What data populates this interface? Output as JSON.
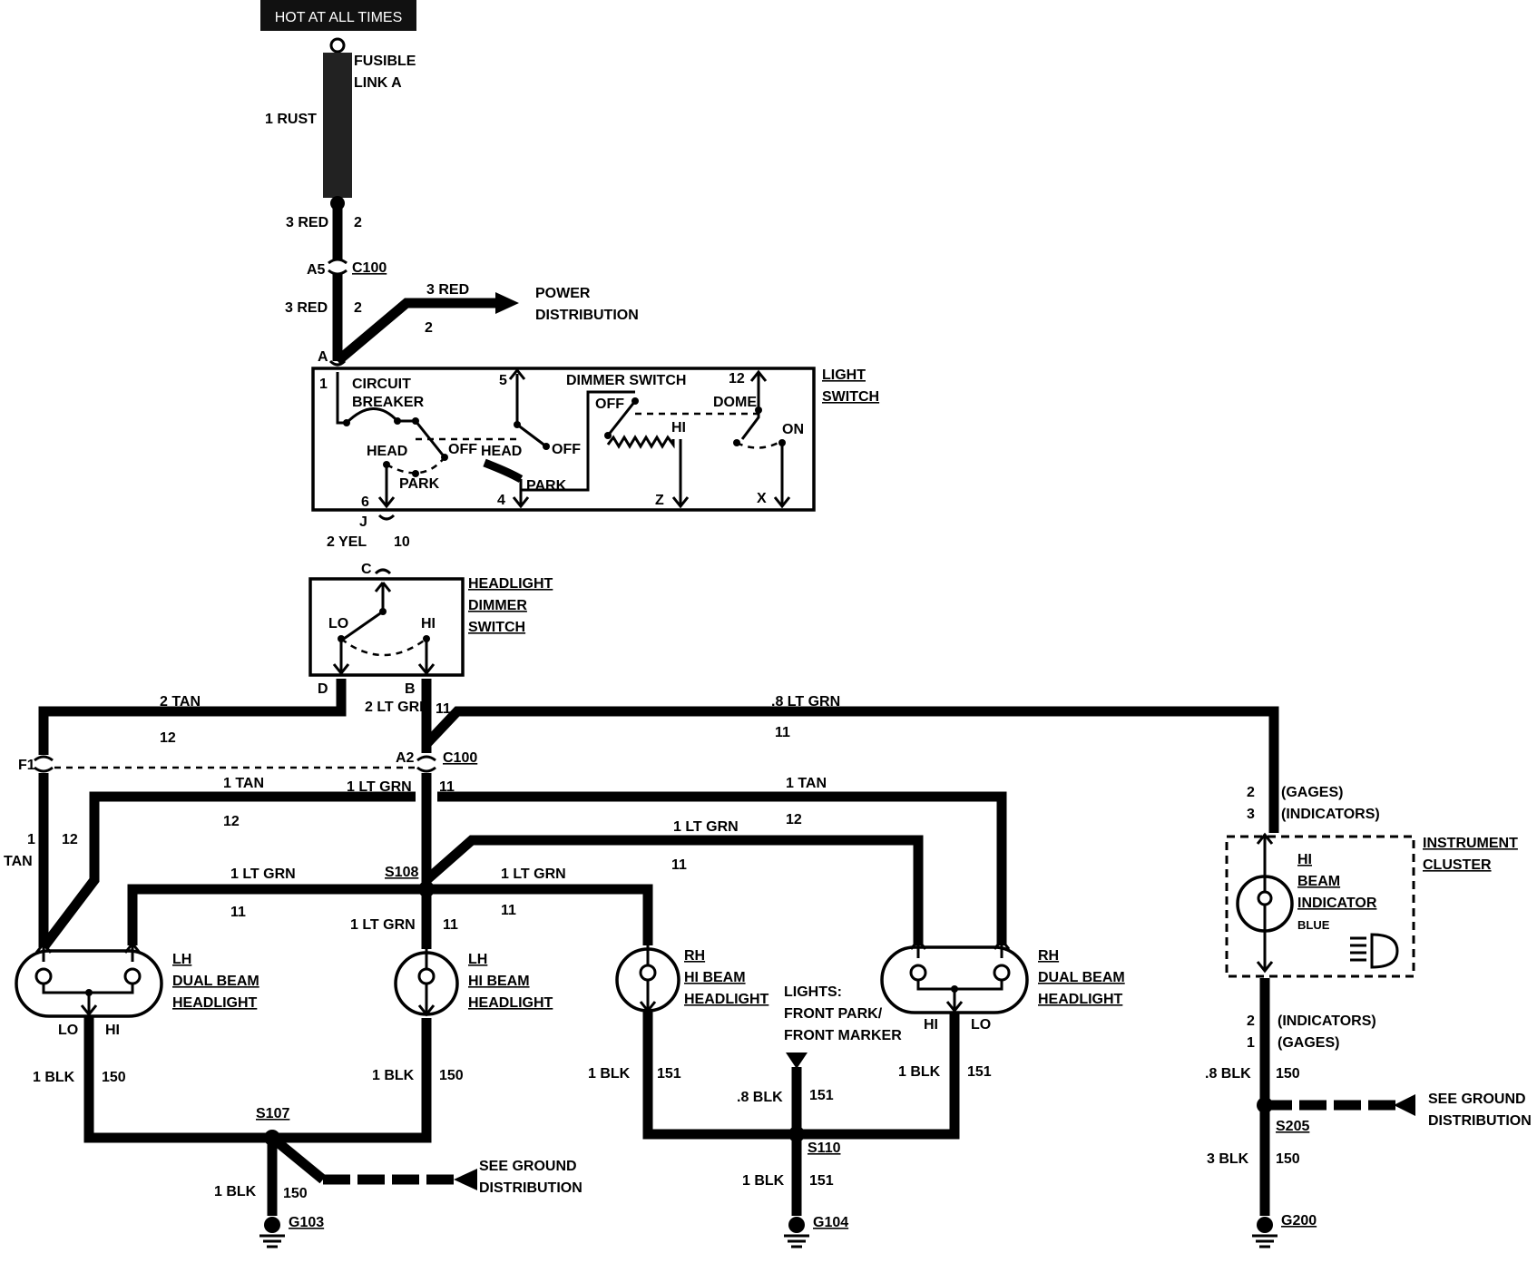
{
  "header": {
    "hot_label": "HOT AT ALL TIMES"
  },
  "fusible": {
    "name_l1": "FUSIBLE",
    "name_l2": "LINK A",
    "wire": "1 RUST"
  },
  "top_wires": {
    "red_a": "3 RED",
    "red_a_num": "2",
    "conn_pin": "A5",
    "conn_name": "C100",
    "red_b": "3 RED",
    "red_b_num": "2",
    "pin_a": "A"
  },
  "power": {
    "wire": "3 RED",
    "num": "2",
    "l1": "POWER",
    "l2": "DISTRIBUTION"
  },
  "light_switch": {
    "title_l1": "LIGHT",
    "title_l2": "SWITCH",
    "pin1": "1",
    "cb_l1": "CIRCUIT",
    "cb_l2": "BREAKER",
    "pin5": "5",
    "dimmer": "DIMMER SWITCH",
    "pin12": "12",
    "dome": "DOME",
    "off_dim": "OFF",
    "hi": "HI",
    "on": "ON",
    "head1": "HEAD",
    "off1": "OFF",
    "park1": "PARK",
    "head2": "HEAD",
    "off2": "OFF",
    "park2": "PARK",
    "pin6": "6",
    "pin4": "4",
    "pinz": "Z",
    "pinx": "X"
  },
  "yel": {
    "pin": "J",
    "wire": "2 YEL",
    "num": "10"
  },
  "dimmer_sw": {
    "pin_c": "C",
    "l1": "HEADLIGHT",
    "l2": "DIMMER",
    "l3": "SWITCH",
    "lo": "LO",
    "hi": "HI",
    "pin_d": "D",
    "pin_b": "B"
  },
  "wires_mid": {
    "tan2": "2 TAN",
    "tan2_num": "12",
    "ltgrn2": "2 LT GRN",
    "ltgrn2_num": "11",
    "ltgrn8": ".8 LT GRN",
    "ltgrn8_num": "11",
    "f1": "F1",
    "a2": "A2",
    "c100": "C100",
    "tan1_a": "1 TAN",
    "tan1_a_num": "12",
    "ltgrn1_a": "1 LT GRN",
    "ltgrn1_a_num": "11",
    "tan1_b": "1 TAN",
    "tan1_b_num": "12",
    "left_num": "1",
    "left_num2": "12",
    "left_tan": "TAN",
    "ltgrn1_b": "1 LT GRN",
    "ltgrn1_b_num": "11",
    "s108": "S108",
    "ltgrn1_c": "1 LT GRN",
    "ltgrn1_c_num": "11",
    "ltgrn1_d": "1 LT GRN",
    "ltgrn1_d_num": "11",
    "ltgrn1_e": "1 LT GRN",
    "ltgrn1_e_num": "11"
  },
  "lamps": {
    "lh_dual": [
      "LH",
      "DUAL BEAM",
      "HEADLIGHT"
    ],
    "lh_dual_lo": "LO",
    "lh_dual_hi": "HI",
    "lh_hi": [
      "LH",
      "HI BEAM",
      "HEADLIGHT"
    ],
    "rh_hi": [
      "RH",
      "HI BEAM",
      "HEADLIGHT"
    ],
    "rh_dual": [
      "RH",
      "DUAL BEAM",
      "HEADLIGHT"
    ],
    "rh_dual_hi": "HI",
    "rh_dual_lo": "LO"
  },
  "lights_note": [
    "LIGHTS:",
    "FRONT PARK/",
    "FRONT MARKER"
  ],
  "grounds": {
    "blk1": "1 BLK",
    "n150a": "150",
    "blk2": "1 BLK",
    "n150b": "150",
    "s107": "S107",
    "blk3": "1 BLK",
    "n150c": "150",
    "g103": "G103",
    "see1": "SEE GROUND",
    "dist1": "DISTRIBUTION",
    "blk4": "1 BLK",
    "n151a": "151",
    "blk5": ".8 BLK",
    "n151b": "151",
    "blk6": "1 BLK",
    "n151c": "151",
    "s110": "S110",
    "blk7": "1 BLK",
    "n151d": "151",
    "g104": "G104"
  },
  "cluster": {
    "pin2": "2",
    "gages": "(GAGES)",
    "pin3": "3",
    "indicators": "(INDICATORS)",
    "title_l1": "INSTRUMENT",
    "title_l2": "CLUSTER",
    "ind_l1": "HI",
    "ind_l2": "BEAM",
    "ind_l3": "INDICATOR",
    "color": "BLUE",
    "pin2b": "2",
    "ind_b": "(INDICATORS)",
    "pin1b": "1",
    "gages_b": "(GAGES)",
    "blk8": ".8 BLK",
    "n150d": "150",
    "s205": "S205",
    "blk9": "3 BLK",
    "n150e": "150",
    "g200": "G200",
    "see2": "SEE GROUND",
    "dist2": "DISTRIBUTION"
  }
}
